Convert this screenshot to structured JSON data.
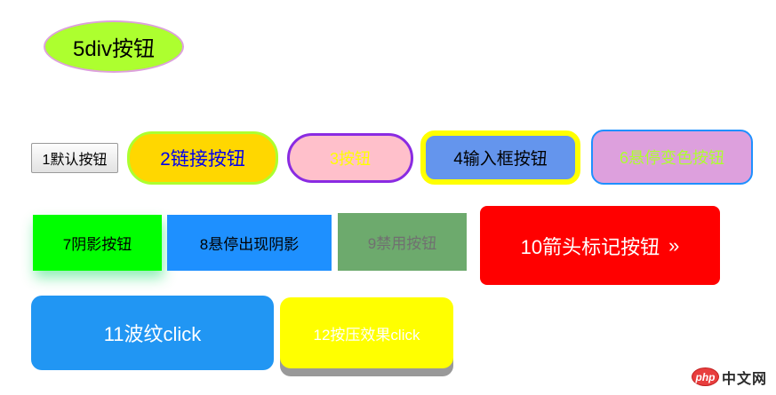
{
  "page": {
    "background_color": "#FFFFFF"
  },
  "buttons": {
    "div_button": {
      "label": "5div按钮",
      "bg_color": "#ADFF2F",
      "border_color": "#DDA0DD",
      "text_color": "#000000",
      "shape": "ellipse"
    },
    "default_button": {
      "label": "1默认按钮",
      "bg_color": "#F0F0F0",
      "border_color": "#9A9A9A",
      "text_color": "#000000"
    },
    "link_button": {
      "label": "2链接按钮",
      "bg_color": "#FFD700",
      "border_color": "#ADFF2F",
      "text_color": "#0000EE"
    },
    "button3": {
      "label": "3按钮",
      "bg_color": "#FFC0CB",
      "border_color": "#8A2BE2",
      "text_color": "#FFFF00"
    },
    "input_button": {
      "label": "4输入框按钮",
      "bg_color": "#6495ED",
      "border_color": "#FFFF00",
      "text_color": "#000000"
    },
    "hover_color_button": {
      "label": "6悬停变色按钮",
      "bg_color": "#DDA0DD",
      "border_color": "#1E90FF",
      "text_color": "#ADFF2F"
    },
    "shadow_button": {
      "label": "7阴影按钮",
      "bg_color": "#00FF00",
      "text_color": "#000000",
      "shadow_color": "#00DC5A"
    },
    "hover_shadow_button": {
      "label": "8悬停出现阴影",
      "bg_color": "#1E90FF",
      "text_color": "#000000"
    },
    "disabled_button": {
      "label": "9禁用按钮",
      "bg_color": "#6DAA6D",
      "text_color": "#707070",
      "state": "disabled"
    },
    "arrow_button": {
      "label": "10箭头标记按钮",
      "arrow_glyph": "»",
      "bg_color": "#FF0000",
      "text_color": "#FFFFFF"
    },
    "ripple_button": {
      "label": "11波纹click",
      "bg_color": "#2196F3",
      "text_color": "#FFFFFF"
    },
    "press_button": {
      "label": "12按压效果click",
      "bg_color": "#FFFF00",
      "text_color": "#FFFFFF",
      "shadow_color": "#999999"
    }
  },
  "footer_logo": {
    "brand": "php",
    "suffix": "中文网",
    "brand_bg_color": "#E83E3E",
    "brand_text_color": "#FFFFFF",
    "suffix_text_color": "#2B2B2B"
  }
}
